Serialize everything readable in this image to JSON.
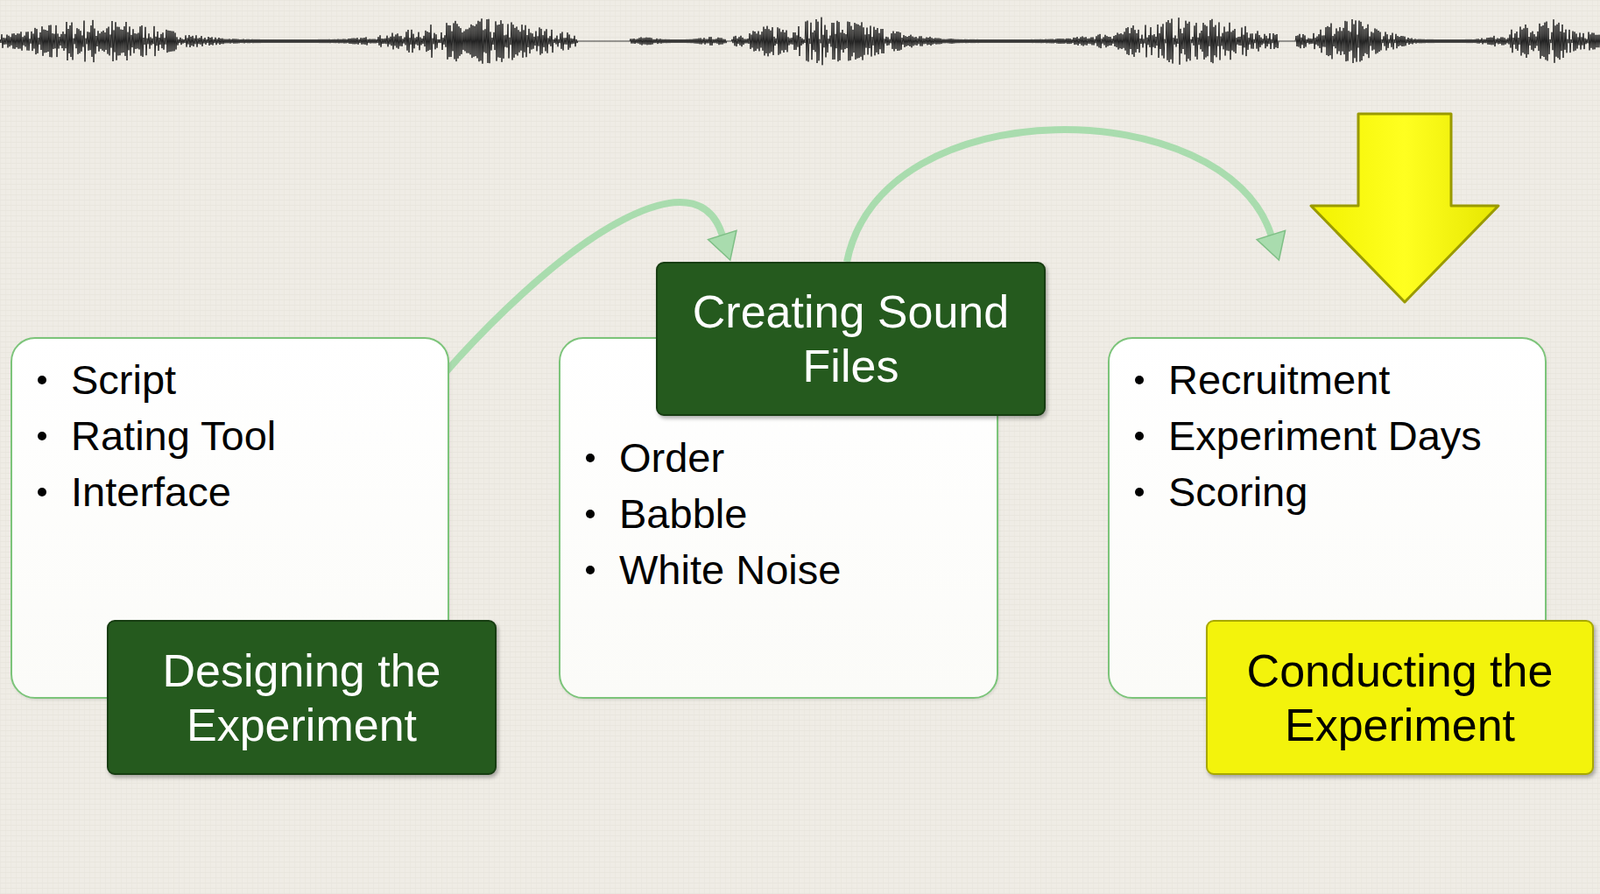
{
  "diagram": {
    "nodes": [
      {
        "text": [
          "Script",
          "Rating Tool",
          "Interface"
        ]
      },
      {
        "text": [
          "Designing the Experiment"
        ]
      },
      {
        "text": [
          "Order",
          "Babble",
          "White Noise"
        ]
      },
      {
        "text": [
          "Creating Sound Files"
        ]
      },
      {
        "text": [
          "Recruitment",
          "Experiment Days",
          "Scoring"
        ]
      },
      {
        "text": [
          "Conducting the Experiment"
        ]
      }
    ],
    "edges": [
      {
        "from": 1,
        "to": 2,
        "arrow": "to"
      },
      {
        "from": 3,
        "to": 4,
        "arrow": "to"
      }
    ]
  }
}
